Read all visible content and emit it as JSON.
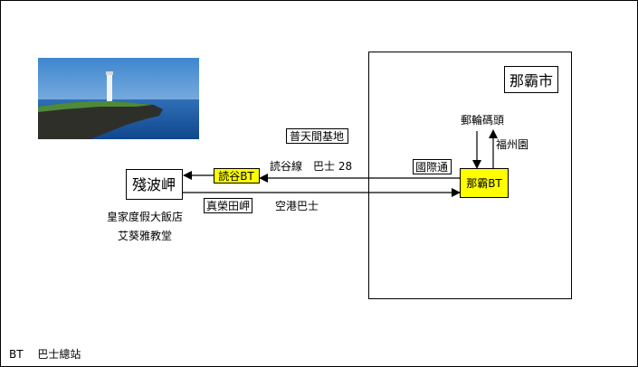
{
  "labels": {
    "naha_city": "那霸市",
    "port": "郵輪碼頭",
    "fukushuen": "福州園",
    "naha_bt": "那霸BT",
    "kokusai": "國際通",
    "futenma": "普天間基地",
    "yomitan_line": "読谷線　巴士 28",
    "yomitan_bt": "読谷BT",
    "zanpa": "殘波岬",
    "maeda": "真榮田岬",
    "airport_bus": "空港巴士",
    "hotel": "皇家度假大飯店",
    "church": "艾葵雅教堂",
    "legend": "BT　 巴士總站"
  },
  "colors": {
    "bt_fill": "#ffff00",
    "line": "#000000",
    "sky": "#4f8fd0",
    "sea": "#1f5fa8"
  },
  "photo": {
    "subject": "lighthouse-on-cliff-by-sea"
  }
}
